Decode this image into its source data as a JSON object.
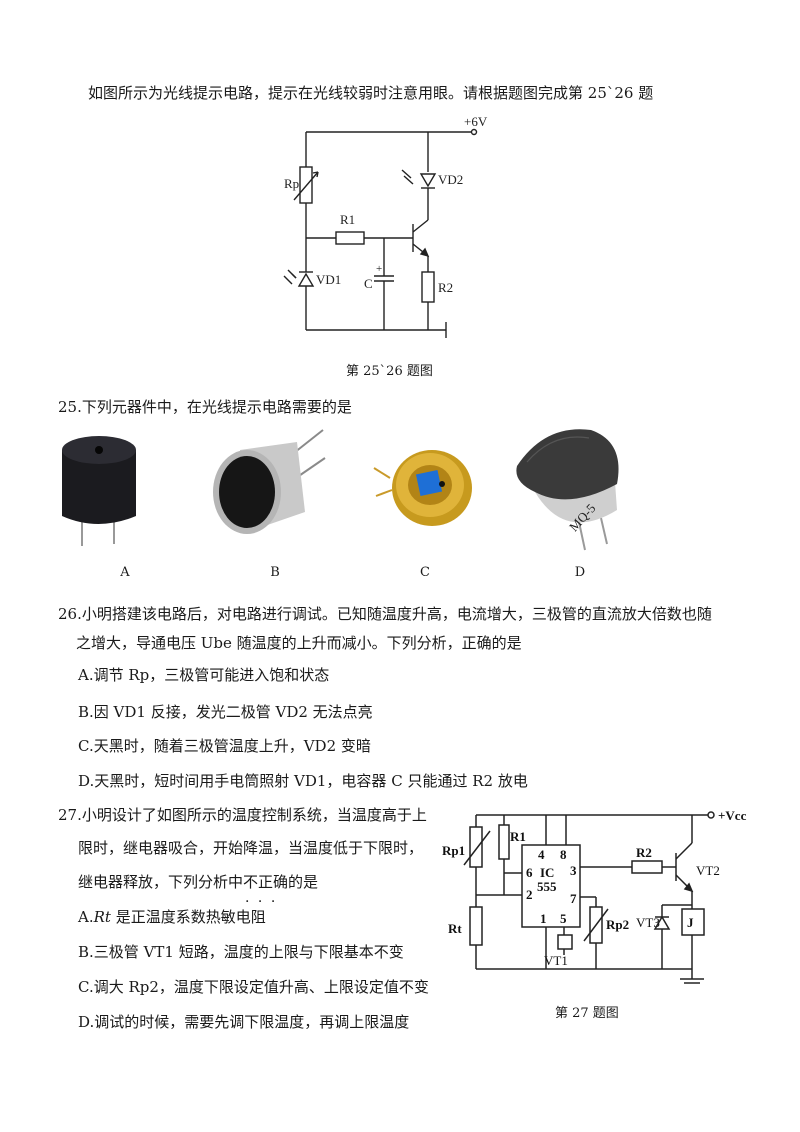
{
  "intro": "如图所示为光线提示电路，提示在光线较弱时注意用眼。请根据题图完成第 25`26 题",
  "circuit1": {
    "labels": {
      "vcc": "+6V",
      "rp": "Rp",
      "vd2": "VD2",
      "r1": "R1",
      "vd1": "VD1",
      "c": "C",
      "r2": "R2",
      "cplus": "+"
    },
    "caption": "第 25`26 题图"
  },
  "q25": {
    "stem": "25.下列元器件中，在光线提示电路需要的是",
    "options": [
      "A",
      "B",
      "C",
      "D"
    ],
    "sensor_d_marking": "MQ-5"
  },
  "q26": {
    "stem_line1": "26.小明搭建该电路后，对电路进行调试。已知随温度升高，电流增大，三极管的直流放大倍数也随",
    "stem_line2": "之增大，导通电压 Ube 随温度的上升而减小。下列分析，正确的是",
    "options": [
      "A.调节 Rp，三极管可能进入饱和状态",
      "B.因 VD1 反接，发光二极管 VD2 无法点亮",
      "C.天黑时，随着三极管温度上升，VD2 变暗",
      "D.天黑时，短时间用手电筒照射 VD1，电容器 C 只能通过 R2 放电"
    ]
  },
  "q27": {
    "stem_line1": "27.小明设计了如图所示的温度控制系统，当温度高于上",
    "stem_line2": "限时，继电器吸合，开始降温，当温度低于下限时，",
    "stem_line3_pre": "继电器释放，下列分析中",
    "stem_line3_emph": "不正确",
    "stem_line3_post": "的是",
    "options": [
      {
        "prefix": "A.",
        "italic": "Rt",
        "rest": " 是正温度系数热敏电阻"
      },
      {
        "prefix": "B.",
        "italic": "",
        "rest": "三极管 VT1 短路，温度的上限与下限基本不变"
      },
      {
        "prefix": "C.",
        "italic": "",
        "rest": "调大 Rp2，温度下限设定值升高、上限设定值不变"
      },
      {
        "prefix": "D.",
        "italic": "",
        "rest": "调试的时候，需要先调下限温度，再调上限温度"
      }
    ]
  },
  "circuit2": {
    "labels": {
      "vcc": "+Vcc",
      "rp1": "Rp1",
      "r1": "R1",
      "ic": "IC",
      "ic_num": "555",
      "p4": "4",
      "p8": "8",
      "p6": "6",
      "p3": "3",
      "p2": "2",
      "p7": "7",
      "p1": "1",
      "p5": "5",
      "r2": "R2",
      "vt2": "VT2",
      "rt": "Rt",
      "rp2": "Rp2",
      "vt3": "VT3",
      "j": "J",
      "vt1": "VT1"
    },
    "caption": "第 27 题图"
  }
}
